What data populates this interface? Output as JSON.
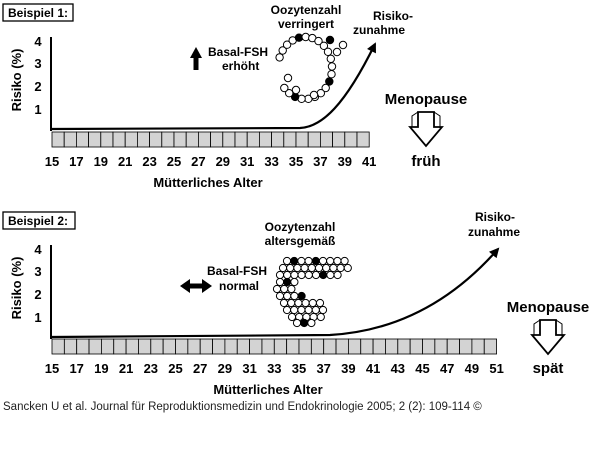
{
  "panels": [
    {
      "label": "Beispiel 1:",
      "ylabel": "Risiko (%)",
      "yticks": [
        "1",
        "2",
        "3",
        "4"
      ],
      "xlabel": "Mütterliches Alter",
      "xticks": [
        "15",
        "17",
        "19",
        "21",
        "23",
        "25",
        "27",
        "29",
        "31",
        "33",
        "35",
        "37",
        "39",
        "41"
      ],
      "fsh_label": [
        "Basal-FSH",
        "erhöht"
      ],
      "fsh_arrow": "up",
      "oocyte_label": [
        "Oozytenzahl",
        "verringert"
      ],
      "risk_label": [
        "Risiko-",
        "zunahme"
      ],
      "menopause_label": "Menopause",
      "menopause_timing": "früh"
    },
    {
      "label": "Beispiel 2:",
      "ylabel": "Risiko (%)",
      "yticks": [
        "1",
        "2",
        "3",
        "4"
      ],
      "xlabel": "Mütterliches Alter",
      "xticks": [
        "15",
        "17",
        "19",
        "21",
        "23",
        "25",
        "27",
        "29",
        "31",
        "33",
        "35",
        "37",
        "39",
        "41",
        "43",
        "45",
        "47",
        "49",
        "51"
      ],
      "fsh_label": [
        "Basal-FSH",
        "normal"
      ],
      "fsh_arrow": "left-right",
      "oocyte_label": [
        "Oozytenzahl",
        "altersgemäß"
      ],
      "risk_label": [
        "Risiko-",
        "zunahme"
      ],
      "menopause_label": "Menopause",
      "menopause_timing": "spät"
    }
  ],
  "citation": "Sancken U et al. Journal für Reproduktionsmedizin und Endokrinologie 2005; 2 (2): 109-114 ©"
}
